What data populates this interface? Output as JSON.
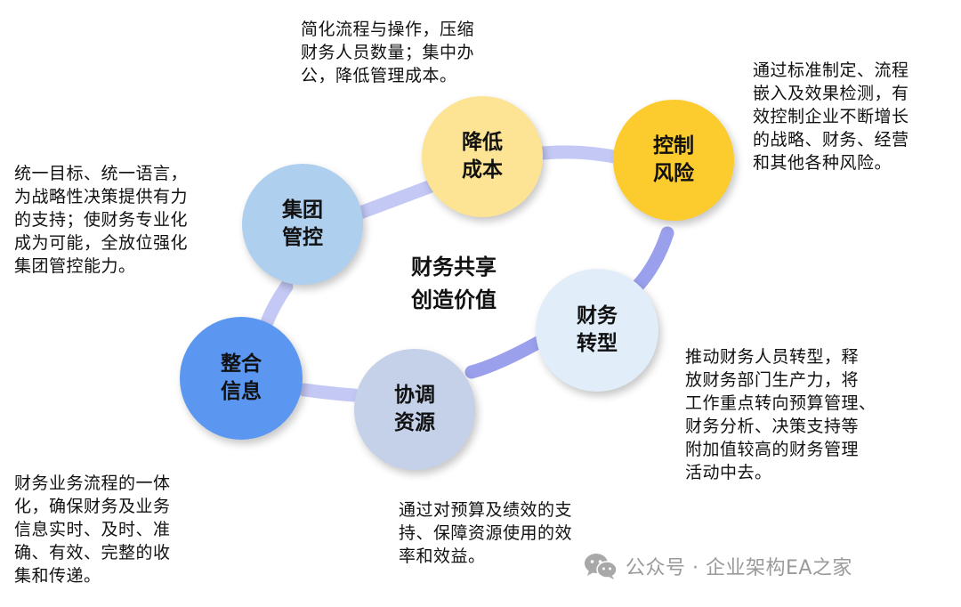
{
  "center_title": "财务共享\n创造价值",
  "colors": {
    "ring": "#C4C8F4",
    "ring_dark": "#9AA0EC",
    "cost": "#FDE394",
    "risk": "#FCCB2E",
    "transform": "#E1EEFA",
    "coordinate": "#C4D1E9",
    "integrate": "#5B97F0",
    "group": "#AECFEE"
  },
  "nodes": [
    {
      "id": "cost",
      "label": "降低\n成本"
    },
    {
      "id": "risk",
      "label": "控制\n风险"
    },
    {
      "id": "transform",
      "label": "财务\n转型"
    },
    {
      "id": "coordinate",
      "label": "协调\n资源"
    },
    {
      "id": "integrate",
      "label": "整合\n信息"
    },
    {
      "id": "group",
      "label": "集团\n管控"
    }
  ],
  "descriptions": {
    "cost": [
      "简化流程与操作，压缩",
      "财务人员数量；集中办",
      "公，降低管理成本。"
    ],
    "risk": [
      "通过标准制定、流程",
      "嵌入及效果检测，有",
      "效控制企业不断增长",
      "的战略、财务、经营",
      "和其他各种风险。"
    ],
    "transform": [
      "推动财务人员转型，释",
      "放财务部门生产力，将",
      "工作重点转向预算管理、",
      "财务分析、决策支持等",
      "附加值较高的财务管理",
      "活动中去。"
    ],
    "coordinate": [
      "通过对预算及绩效的支",
      "持、保障资源使用的效",
      "率和效益。"
    ],
    "integrate": [
      "财务业务流程的一体",
      "化，确保财务及业务",
      "信息实时、及时、准",
      "确、有效、完整的收",
      "集和传递。"
    ],
    "group": [
      "统一目标、统一语言，",
      "为战略性决策提供有力",
      "的支持；使财务专业化",
      "成为可能，全放位强化",
      "集团管控能力。"
    ]
  },
  "watermark": {
    "icon": "wechat-icon",
    "text": "公众号 · 企业架构EA之家"
  }
}
